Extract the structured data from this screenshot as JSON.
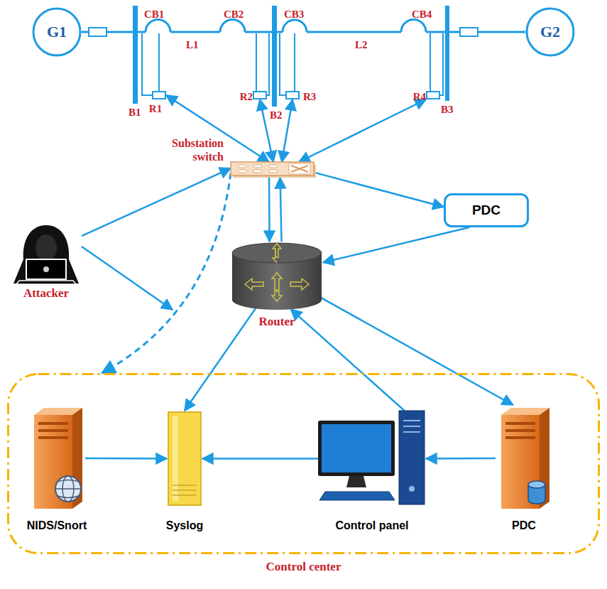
{
  "diagram": {
    "nodes": [
      {
        "text": [
          "G1"
        ]
      },
      {
        "text": [
          "G2"
        ]
      },
      {
        "text": [
          "R1"
        ]
      },
      {
        "text": [
          "R2"
        ]
      },
      {
        "text": [
          "R3"
        ]
      },
      {
        "text": [
          "R4"
        ]
      },
      {
        "text": [
          "Substation switch"
        ]
      },
      {
        "text": [
          "Attacker"
        ]
      },
      {
        "text": [
          "PDC"
        ]
      },
      {
        "text": [
          "Router"
        ]
      },
      {
        "text": [
          "Control center"
        ]
      },
      {
        "text": [
          "NIDS/Snort"
        ],
        "in": 10
      },
      {
        "text": [
          "Syslog"
        ],
        "in": 10
      },
      {
        "text": [
          "Control panel"
        ],
        "in": 10
      },
      {
        "text": [
          "PDC"
        ],
        "in": 10
      }
    ],
    "edges": [
      {
        "from": 2,
        "to": 6,
        "arrow": "both"
      },
      {
        "from": 3,
        "to": 6,
        "arrow": "both"
      },
      {
        "from": 4,
        "to": 6,
        "arrow": "both"
      },
      {
        "from": 5,
        "to": 6,
        "arrow": "both"
      },
      {
        "from": 7,
        "to": 6,
        "arrow": "to"
      },
      {
        "from": 6,
        "to": 8,
        "arrow": "to"
      },
      {
        "from": 8,
        "to": 9,
        "arrow": "to"
      },
      {
        "from": 6,
        "to": 9,
        "arrow": "to"
      },
      {
        "from": 9,
        "to": 6,
        "arrow": "to"
      },
      {
        "from": 9,
        "to": 12,
        "arrow": "to"
      },
      {
        "from": 13,
        "to": 9,
        "arrow": "to"
      },
      {
        "from": 9,
        "to": 14,
        "arrow": "to"
      },
      {
        "from": 11,
        "to": 12,
        "arrow": "to"
      },
      {
        "from": 13,
        "to": 12,
        "arrow": "to"
      },
      {
        "from": 14,
        "to": 13,
        "arrow": "to"
      },
      {
        "from": 6,
        "to": 10,
        "arrow": "to"
      }
    ],
    "labels": [
      "CB1",
      "CB2",
      "CB3",
      "CB4",
      "L1",
      "L2",
      "B1",
      "B2",
      "B3"
    ]
  }
}
